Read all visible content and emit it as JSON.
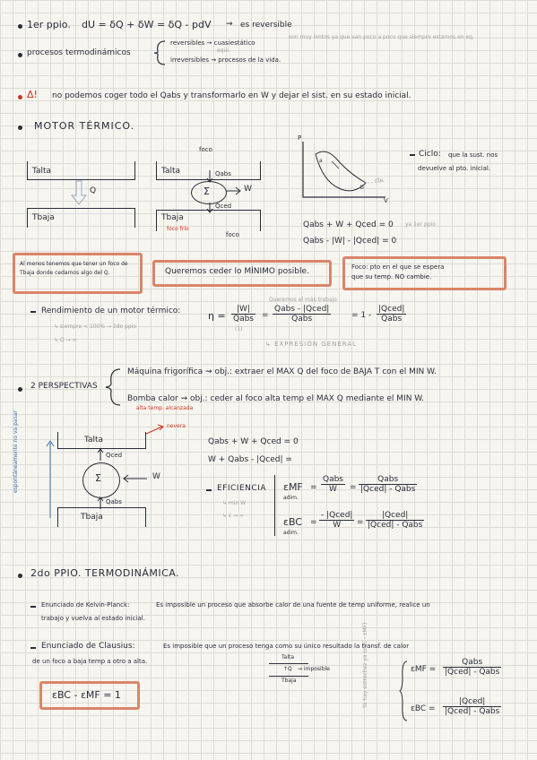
{
  "line1": {
    "prefix": "1er ppio.",
    "formula": "dU = δQ + δW = δQ - pdV",
    "arrow": "⇝",
    "tail": "es reversible"
  },
  "line2": {
    "label": "procesos termodinámicos",
    "top": "reversibles → cuasiestático",
    "top_note": "son muy lentos ya que van poco a poco que siempre estamos en eq.",
    "top_sub": "equi.",
    "bottom": "irreversibles ⇝ procesos de la vida."
  },
  "line3": {
    "warning": "Δ!",
    "text": "no podemos coger todo el Qabs y transformarlo en W y dejar el sist. en su estado inicial."
  },
  "motor": {
    "title": "MOTOR TÉRMICO.",
    "t_alta_1": "Talta",
    "t_baja_1": "Tbaja",
    "q_label": "Q",
    "foco_top": "foco",
    "t_alta_2": "Talta",
    "q_abs": "Qabs",
    "sigma": "Σ",
    "w": "W",
    "q_ced": "Qced",
    "t_baja_2": "Tbaja",
    "foco_frio": "foco frío",
    "foco_bottom": "foco",
    "pv_p": "P",
    "pv_v": "V",
    "pv_a": "a",
    "pv_b": "b",
    "pv_note": "cte",
    "ciclo_label": "Ciclo:",
    "ciclo_text_1": "que la sust. nos",
    "ciclo_text_2": "devuelve al pto. inicial.",
    "eq1": "Qabs + W + Qced = 0",
    "eq1_note": "ya 1er ppio",
    "eq2": "Qabs - |W| - |Qced| = 0"
  },
  "boxes": {
    "box1": "Al menos tenemos que tener un foco de Tbaja donde cedamos algo del Q.",
    "box2": "Queremos ceder lo MÍNIMO posible.",
    "box3_1": "Foco: pto en el que se espera",
    "box3_2": "que su temp. NO cambie."
  },
  "rendimiento": {
    "label": "Rendimiento de un motor térmico:",
    "eta": "η =",
    "num1": "|W|",
    "den1": "Qabs",
    "num2": "Qabs - |Qced|",
    "den2": "Qabs",
    "eq": "= 1 -",
    "num3": "|Qced|",
    "den3": "Qabs",
    "note_top": "Queremos el más trabajo",
    "note_sub": "(1)",
    "side1": "↳ siempre < 100% → 2do ppio",
    "side2": "↳ Q → ∞",
    "expr": "↳ EXPRESIÓN GENERAL"
  },
  "perspectivas": {
    "label": "2 PERSPECTIVAS",
    "p1": "Máquina frigorífica ⇝ obj.: extraer el MAX Q del foco de BAJA T con el MIN W.",
    "p2": "Bomba calor ⇝ obj.: ceder al foco alta temp el MAX Q mediante el MIN W.",
    "p2_sub": "alta temp. alcanzada",
    "nevera": "nevera",
    "t_alta": "Talta",
    "q_ced": "Qced",
    "sigma": "Σ",
    "w": "W",
    "q_abs": "Qabs",
    "t_baja": "Tbaja",
    "vertical": "espontáneamente no va pasar",
    "eq1": "Qabs + W + Qced = 0",
    "eq2": "W + Qabs - |Qced| =",
    "eficiencia": "EFICIENCIA",
    "ef_sub1": "↳ min W",
    "ef_sub2": "↳ ε → ∞",
    "emf": "εMF",
    "emf_sub": "adim.",
    "emf_eq": "=",
    "emf_n1": "Qabs",
    "emf_d1": "W",
    "emf_n2": "Qabs",
    "emf_d2": "|Qced| - Qabs",
    "ebc": "εBC",
    "ebc_sub": "adim.",
    "ebc_n1": "- |Qced|",
    "ebc_d1": "W",
    "ebc_n2": "|Qced|",
    "ebc_d2": "|Qced| - Qabs"
  },
  "segundo": {
    "title": "2do PPIO. TERMODINÁMICA.",
    "kp_label": "Enunciado de Kelvin-Planck:",
    "kp_text_1": "Es imposible un proceso que absorbe calor de una fuente de temp uniforme, realice un",
    "kp_text_2": "trabajo y vuelva al estado inicial.",
    "cl_label": "Enunciado de Clausius:",
    "cl_text_1": "Es imposible que un proceso tenga como su único resultado la transf. de calor",
    "cl_text_2": "de un foco a baja temp a otro a alta.",
    "cl_t_alta": "Talta",
    "cl_q": "↑Q",
    "cl_imposible": "⇝ imposible",
    "cl_t_baja": "Tbaja",
    "final_box": "εBC - εMF = 1",
    "side_vertical": "Ya hay estrechez ya (εBC - εMF)",
    "f_emf": "εMF =",
    "f_emf_n": "Qabs",
    "f_emf_d": "|Qced| - Qabs",
    "f_ebc": "εBC =",
    "f_ebc_n": "|Qced|",
    "f_ebc_d": "|Qced| - Qabs"
  }
}
